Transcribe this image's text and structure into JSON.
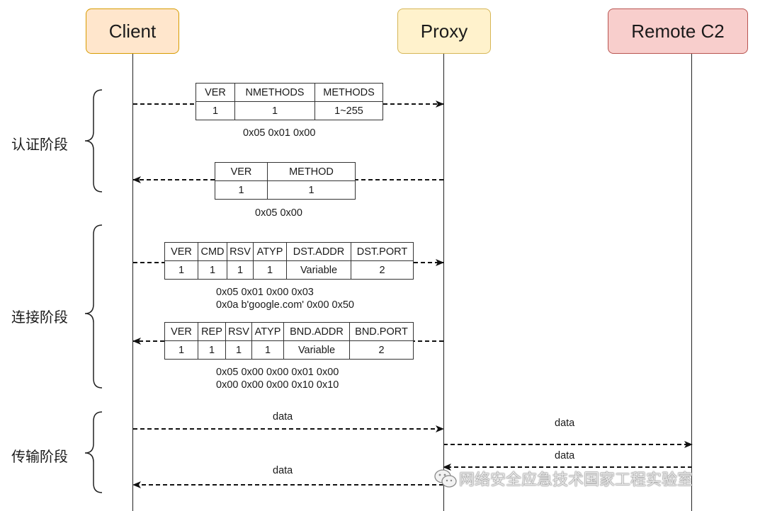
{
  "actors": {
    "client": {
      "label": "Client",
      "fill": "#FFE6CC",
      "stroke": "#D79B00"
    },
    "proxy": {
      "label": "Proxy",
      "fill": "#FFF2CC",
      "stroke": "#D6B656"
    },
    "remote": {
      "label": "Remote C2",
      "fill": "#F8CECC",
      "stroke": "#B85450"
    }
  },
  "phases": {
    "auth": "认证阶段",
    "connect": "连接阶段",
    "transfer": "传输阶段"
  },
  "packets": {
    "method_request": {
      "header": [
        "VER",
        "NMETHODS",
        "METHODS"
      ],
      "values": [
        "1",
        "1",
        "1~255"
      ],
      "caption": [
        "0x05 0x01 0x00"
      ]
    },
    "method_reply": {
      "header": [
        "VER",
        "METHOD"
      ],
      "values": [
        "1",
        "1"
      ],
      "caption": [
        "0x05 0x00"
      ]
    },
    "connect_request": {
      "header": [
        "VER",
        "CMD",
        "RSV",
        "ATYP",
        "DST.ADDR",
        "DST.PORT"
      ],
      "values": [
        "1",
        "1",
        "1",
        "1",
        "Variable",
        "2"
      ],
      "caption": [
        "0x05 0x01 0x00 0x03",
        "0x0a b'google.com'  0x00 0x50"
      ]
    },
    "connect_reply": {
      "header": [
        "VER",
        "REP",
        "RSV",
        "ATYP",
        "BND.ADDR",
        "BND.PORT"
      ],
      "values": [
        "1",
        "1",
        "1",
        "1",
        "Variable",
        "2"
      ],
      "caption": [
        "0x05 0x00 0x00 0x01 0x00",
        "0x00 0x00 0x00 0x10 0x10"
      ]
    }
  },
  "transfer": {
    "client_to_proxy": "data",
    "proxy_to_remote": "data",
    "remote_to_proxy": "data",
    "proxy_to_client": "data"
  },
  "watermark": {
    "text": "网络安全应急技术国家工程实验室",
    "icon": "wechat-icon"
  }
}
